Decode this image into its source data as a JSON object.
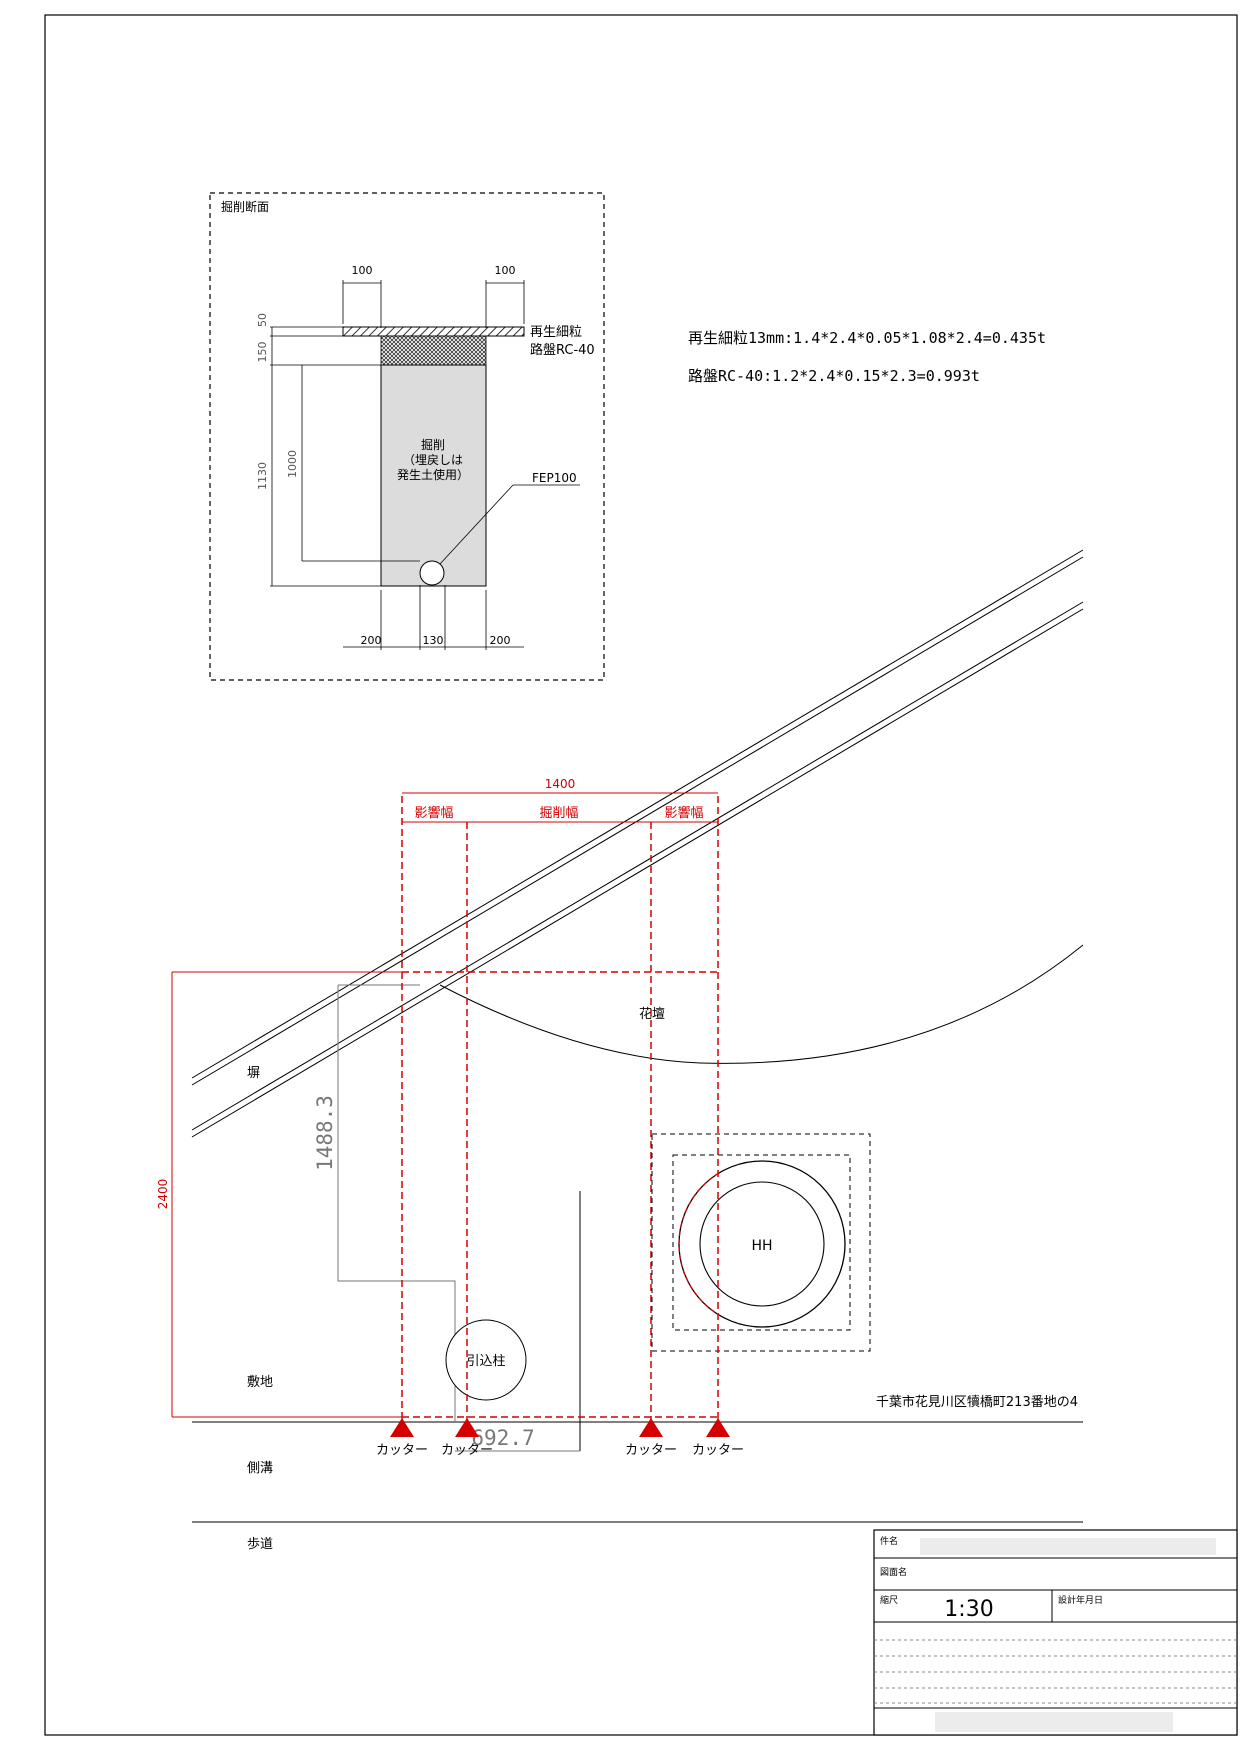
{
  "section": {
    "title": "掘削断面",
    "dims": {
      "top_left": "100",
      "top_right": "100",
      "layer1": "50",
      "layer2": "150",
      "depth_total": "1130",
      "depth_pipe": "1000",
      "bottom_left": "200",
      "bottom_mid": "130",
      "bottom_right": "200"
    },
    "label_layer1": "再生細粒",
    "label_layer2": "路盤RC-40",
    "body_line1": "掘削",
    "body_line2": "（埋戻しは",
    "body_line3": "発生土使用）",
    "pipe_label": "FEP100"
  },
  "notes": {
    "line1": "再生細粒13mm:1.4*2.4*0.05*1.08*2.4=0.435t",
    "line2": "路盤RC-40:1.2*2.4*0.15*2.3=0.993t"
  },
  "plan": {
    "width_total": "1400",
    "zone_left": "影響幅",
    "zone_mid": "掘削幅",
    "zone_right": "影響幅",
    "height_total": "2400",
    "dim_vertical": "1488.3",
    "dim_horizontal": "692.7",
    "flowerbed": "花壇",
    "wall": "塀",
    "premises": "敷地",
    "gutter": "側溝",
    "sidewalk": "歩道",
    "pole": "引込柱",
    "handhole": "HH",
    "address": "千葉市花見川区犢橋町213番地の4",
    "cutters": [
      "カッター",
      "カッター",
      "カッター",
      "カッター"
    ]
  },
  "title_block": {
    "item_label": "件名",
    "drawing_label": "図面名",
    "scale_label": "縮尺",
    "scale_value": "1:30",
    "date_label": "設計年月日"
  },
  "colors": {
    "dimension_red": "#d40000",
    "line": "#000000",
    "excavation_fill": "#dcdcdc"
  }
}
